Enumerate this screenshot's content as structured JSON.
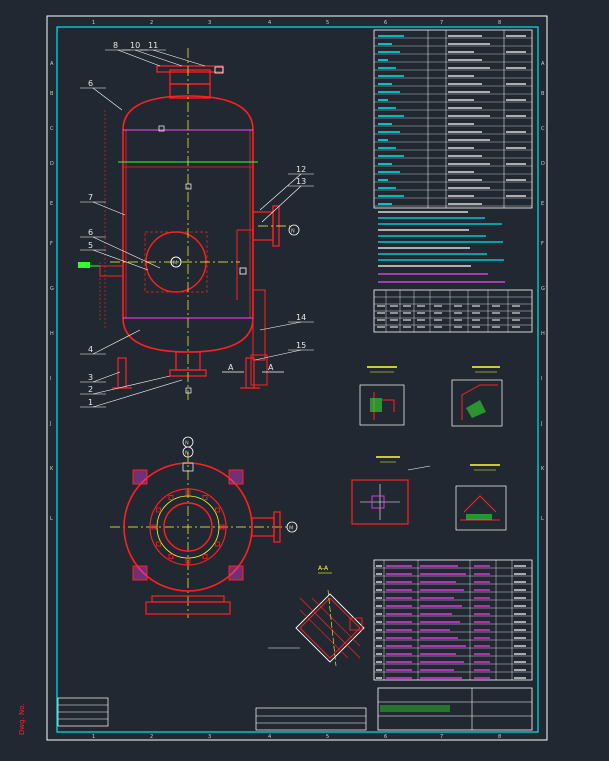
{
  "drawing": {
    "border_row_labels": [
      "A",
      "B",
      "C",
      "D",
      "E",
      "F",
      "G",
      "H",
      "I",
      "J",
      "K",
      "L"
    ],
    "border_col_labels": [
      "1",
      "2",
      "3",
      "4",
      "5",
      "6",
      "7",
      "8"
    ],
    "part_callouts": [
      "8",
      "10",
      "11",
      "6",
      "7",
      "6",
      "5",
      "4",
      "3",
      "2",
      "1",
      "12",
      "13",
      "14",
      "15"
    ],
    "nozzle_tags": [
      "M",
      "N",
      "N",
      "M",
      "N"
    ],
    "section_label": "A-A",
    "side_stamp": "Dwg. No.",
    "colors": {
      "background": "#222831",
      "border": "#00e5ee",
      "vessel": "#ff2020",
      "centerline": "#ffff30",
      "annotation": "#ff40ff",
      "hatch": "#30ff30",
      "text": "#ffffff"
    }
  }
}
